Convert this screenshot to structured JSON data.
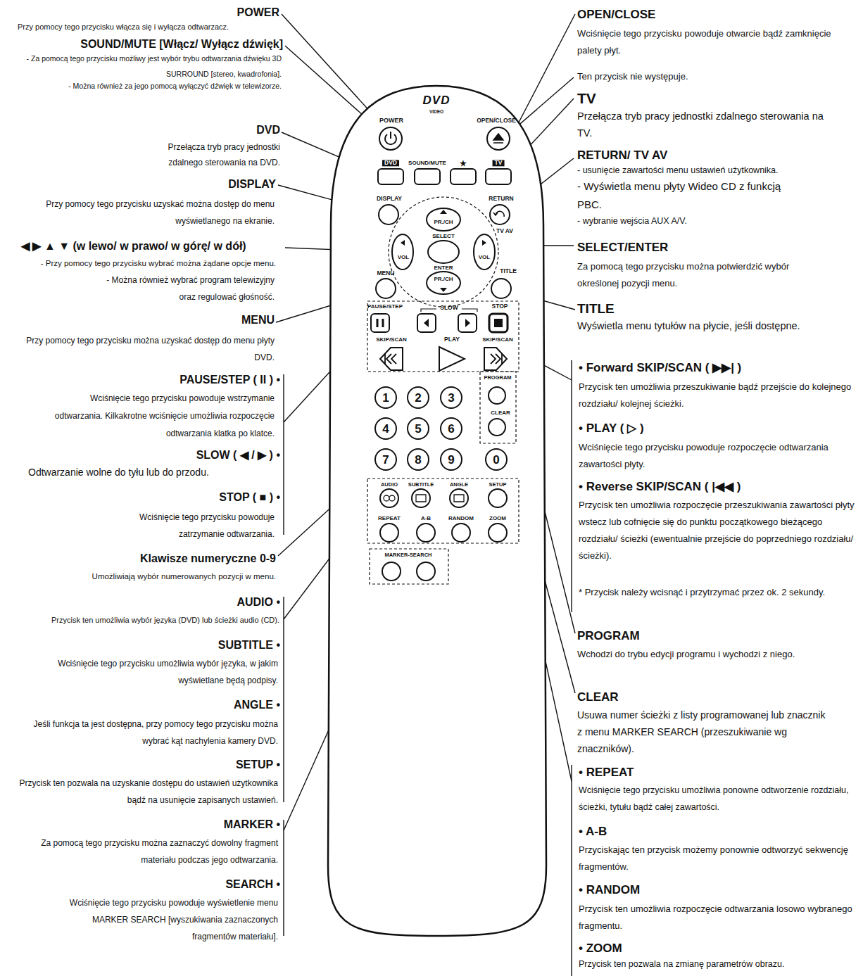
{
  "diagram": {
    "nodes": [
      {
        "text": [
          "1"
        ]
      },
      {
        "text": [
          "2"
        ]
      },
      {
        "text": [
          "3"
        ]
      },
      {
        "text": [
          "4"
        ]
      },
      {
        "text": [
          "5"
        ]
      },
      {
        "text": [
          "6"
        ]
      },
      {
        "text": [
          "7"
        ]
      },
      {
        "text": [
          "8"
        ]
      },
      {
        "text": [
          "9"
        ]
      },
      {
        "text": [
          "0"
        ]
      }
    ],
    "labels": [
      "POWER",
      "Przy pomocy tego przycisku włącza się i wyłącza odtwarzacz.",
      "SOUND/MUTE [Włącz/ Wyłącz dźwięk]",
      "- Za pomocą tego przycisku możliwy jest wybór trybu odtwarzania dźwięku 3D SURROUND [stereo, kwadrofonia].",
      "- Można również za jego pomocą wyłączyć dźwięk w telewizorze.",
      "DVD",
      "Przełącza tryb pracy jednostki zdalnego sterowania na DVD.",
      "DISPLAY",
      "Przy pomocy tego przycisku uzyskać można dostęp do menu wyświetlanego na ekranie.",
      "◀ ▶ ▲ ▼ (w lewo/ w prawo/ w górę/ w dół)",
      "- Przy pomocy tego przycisku wybrać można żądane opcje menu.",
      "- Można również wybrać program telewizyjny oraz regulować głośność.",
      "MENU",
      "Przy pomocy tego przycisku można uzyskać dostęp do menu płyty DVD.",
      "PAUSE/STEP ( II ) •",
      "Wciśnięcie tego przycisku powoduje wstrzymanie odtwarzania. Kilkakrotne wciśnięcie umożliwia rozpoczęcie odtwarzania klatka po klatce.",
      "SLOW ( ◀ / ▶ ) •",
      "Odtwarzanie wolne do tyłu lub do przodu.",
      "STOP ( ■ ) •",
      "Wciśnięcie tego przycisku powoduje zatrzymanie odtwarzania.",
      "Klawisze numeryczne 0-9",
      "Umożliwiają wybór numerowanych pozycji w menu.",
      "AUDIO •",
      "Przycisk ten umożliwia wybór języka (DVD) lub ścieżki audio (CD).",
      "SUBTITLE •",
      "Wciśnięcie tego przycisku umożliwia wybór języka, w jakim wyświetlane będą podpisy.",
      "ANGLE •",
      "Jeśli funkcja ta jest dostępna, przy pomocy tego przycisku można wybrać kąt nachylenia kamery DVD.",
      "SETUP •",
      "Przycisk ten pozwala na uzyskanie dostępu do ustawień użytkownika bądź na usunięcie zapisanych ustawień.",
      "MARKER •",
      "Za pomocą tego przycisku można zaznaczyć dowolny fragment materiału podczas jego odtwarzania.",
      "SEARCH •",
      "Wciśnięcie tego przycisku powoduje wyświetlenie menu MARKER SEARCH [wyszukiwania zaznaczonych fragmentów materiału].",
      "OPEN/CLOSE",
      "Wciśnięcie tego przycisku powoduje otwarcie bądź zamknięcie palety płyt.",
      "Ten przycisk nie występuje.",
      "TV",
      "Przełącza tryb pracy jednostki zdalnego sterowania na TV.",
      "RETURN/ TV AV",
      "- usunięcie zawartości menu ustawień użytkownika.",
      "- Wyświetla menu płyty Wideo CD z funkcją PBC.",
      "- wybranie wejścia AUX A/V.",
      "SELECT/ENTER",
      "Za pomocą tego przycisku można potwierdzić wybór określonej pozycji menu.",
      "TITLE",
      "Wyświetla menu tytułów na płycie, jeśli dostępne.",
      "• Forward SKIP/SCAN ( ▶▶| )",
      "Przycisk ten umożliwia przeszukiwanie bądź przejście do kolejnego rozdziału/ kolejnej ścieżki.",
      "• PLAY ( ▷ )",
      "Wciśnięcie tego przycisku powoduje rozpoczęcie odtwarzania zawartości płyty.",
      "• Reverse SKIP/SCAN ( |◀◀ )",
      "Przycisk ten umożliwia rozpoczęcie przeszukiwania zawartości płyty wstecz lub cofnięcie się do punktu początkowego bieżącego rozdziału/ ścieżki (ewentualnie przejście do poprzedniego rozdziału/ ścieżki).",
      "* Przycisk należy wcisnąć i przytrzymać przez ok. 2 sekundy.",
      "PROGRAM",
      "Wchodzi do trybu edycji programu i wychodzi z niego.",
      "CLEAR",
      "Usuwa numer ścieżki z listy programowanej lub znacznik z menu MARKER SEARCH (przeszukiwanie wg znaczników).",
      "• REPEAT",
      "Wciśnięcie tego przycisku umożliwia ponowne odtworzenie rozdziału, ścieżki, tytułu bądź całej zawartości.",
      "• A-B",
      "Przyciskając ten przycisk możemy ponownie odtworzyć sekwencję fragmentów.",
      "• RANDOM",
      "Przycisk ten umożliwia rozpoczęcie odtwarzania losowo wybranego fragmentu.",
      "• ZOOM",
      "Przycisk ten pozwala na zmianę parametrów obrazu.",
      "DVD",
      "VIDEO",
      "POWER",
      "OPEN/CLOSE",
      "DVD",
      "SOUND/MUTE",
      "★",
      "TV",
      "DISPLAY",
      "RETURN",
      "TV AV",
      "PR./CH",
      "SELECT",
      "ENTER",
      "VOL",
      "VOL",
      "PR./CH",
      "MENU",
      "TITLE",
      "PAUSE/STEP",
      "SLOW",
      "STOP",
      "SKIP/SCAN",
      "PLAY",
      "SKIP/SCAN",
      "PROGRAM",
      "CLEAR",
      "AUDIO",
      "SUBTITLE",
      "ANGLE",
      "SETUP",
      "REPEAT",
      "A-B",
      "RANDOM",
      "ZOOM",
      "MARKER-SEARCH"
    ]
  }
}
